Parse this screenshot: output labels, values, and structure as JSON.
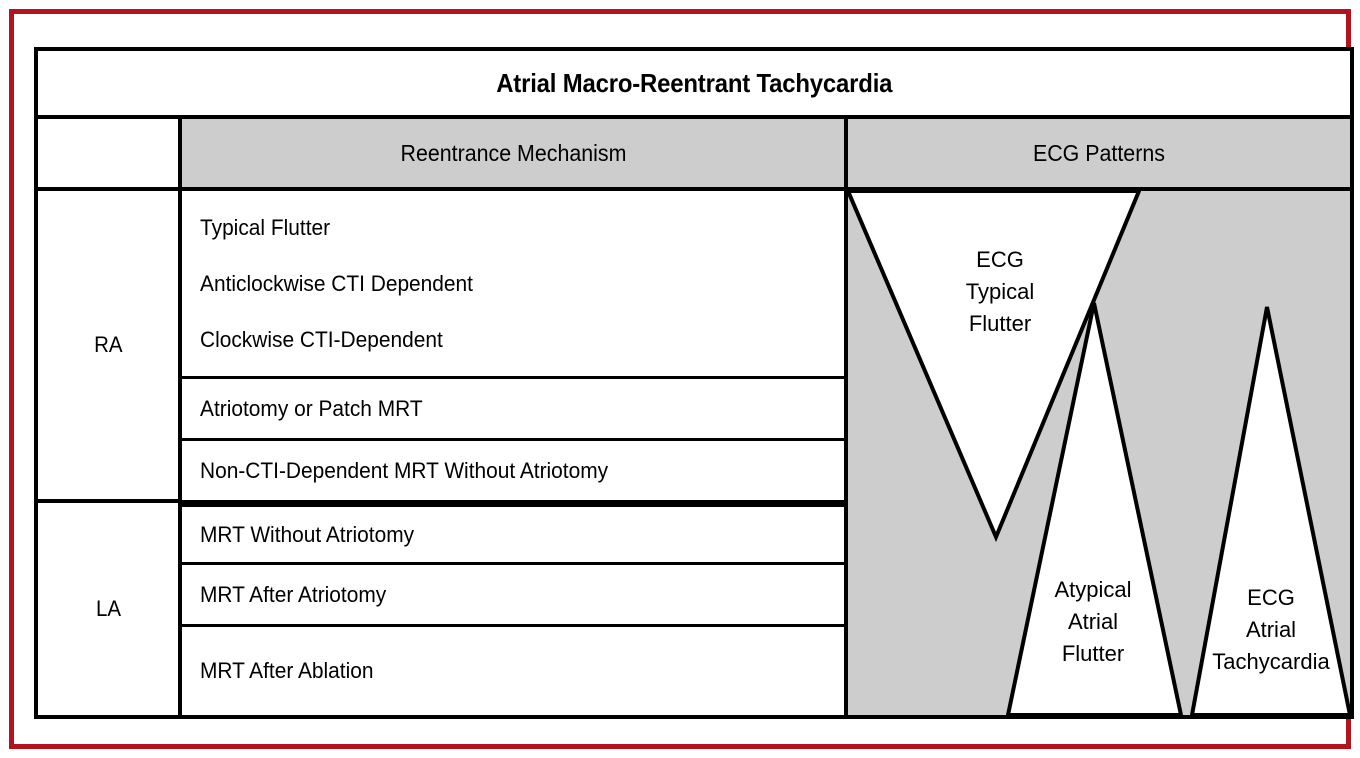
{
  "frame": {
    "outer_border_color": "#b3121f",
    "table_border_color": "#000000",
    "header_fill_color": "#cdcdcd",
    "ecg_panel_fill_color": "#cdcdcd",
    "ecg_waveform_fill_color": "#ffffff"
  },
  "title": "Atrial Macro-Reentrant Tachycardia",
  "header": {
    "corner": "",
    "mechanism": "Reentrance Mechanism",
    "ecg": "ECG Patterns"
  },
  "rows": [
    {
      "chamber": "RA",
      "cells": [
        {
          "lines": [
            "Typical Flutter",
            "Anticlockwise CTI Dependent",
            "Clockwise CTI-Dependent"
          ]
        },
        {
          "lines": [
            "Atriotomy or Patch MRT"
          ]
        },
        {
          "lines": [
            "Non-CTI-Dependent MRT Without Atriotomy"
          ]
        }
      ]
    },
    {
      "chamber": "LA",
      "cells": [
        {
          "lines": [
            "MRT Without Atriotomy"
          ]
        },
        {
          "lines": [
            "MRT After Atriotomy"
          ]
        },
        {
          "lines": [
            "MRT After Ablation"
          ]
        }
      ]
    }
  ],
  "ecg_patterns": [
    {
      "id": "typical-flutter",
      "lines": [
        "ECG",
        "Typical",
        "Flutter"
      ]
    },
    {
      "id": "atypical-flutter",
      "lines": [
        "Atypical",
        "Atrial",
        "Flutter"
      ]
    },
    {
      "id": "atrial-tachycardia",
      "lines": [
        "ECG",
        "Atrial",
        "Tachycardia"
      ]
    }
  ]
}
